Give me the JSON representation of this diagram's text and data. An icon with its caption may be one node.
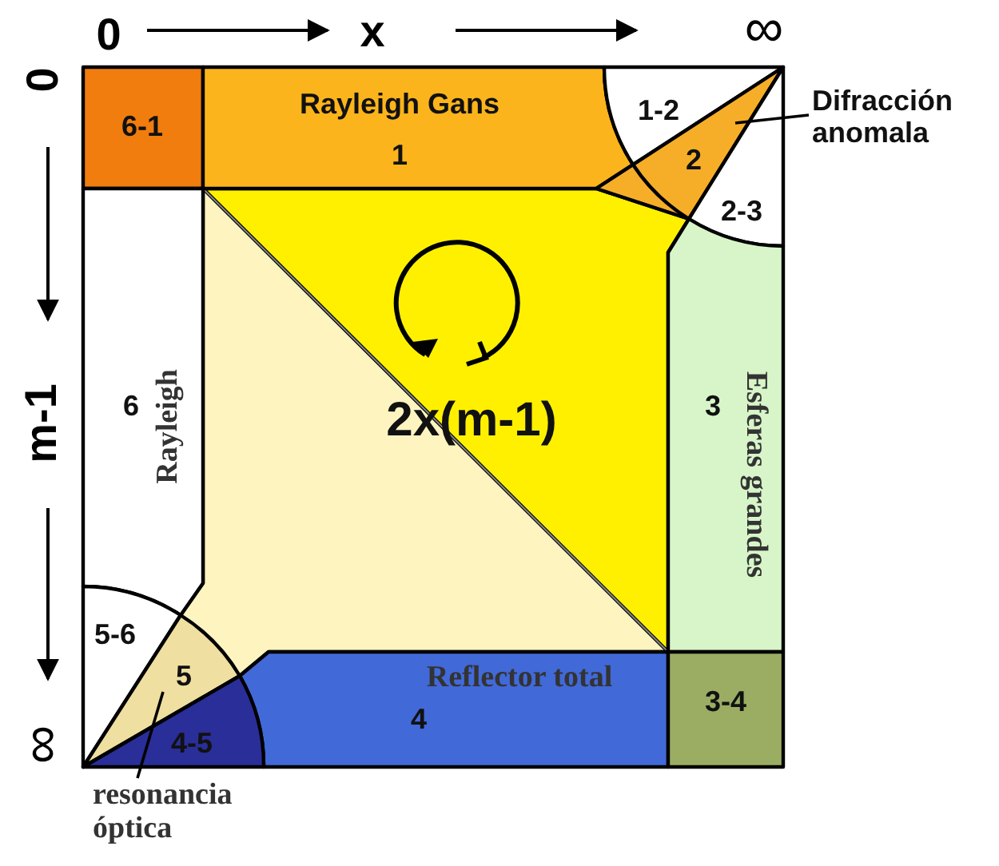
{
  "diagram": {
    "nodes": [
      {
        "text": [
          "6-1"
        ]
      },
      {
        "text": [
          "Rayleigh Gans",
          "1"
        ]
      },
      {
        "text": [
          "1-2"
        ]
      },
      {
        "text": [
          "2"
        ]
      },
      {
        "text": [
          "Difracción anomala"
        ]
      },
      {
        "text": [
          "2-3"
        ]
      },
      {
        "text": [
          "2x(m-1)"
        ]
      },
      {
        "text": [
          "6",
          "Rayleigh"
        ]
      },
      {
        "text": [
          "3",
          "Esferas grandes"
        ]
      },
      {
        "text": [
          "5-6"
        ]
      },
      {
        "text": [
          "5"
        ]
      },
      {
        "text": [
          "Reflector total",
          "4"
        ]
      },
      {
        "text": [
          "3-4"
        ]
      },
      {
        "text": [
          "4-5"
        ]
      },
      {
        "text": [
          "resonancia óptica"
        ]
      }
    ],
    "edges": [
      {
        "from": 4,
        "to": 3,
        "arrow": "none"
      },
      {
        "from": 14,
        "to": 10,
        "arrow": "none"
      }
    ],
    "labels": [
      "0",
      "x",
      "∞",
      "0",
      "m-1",
      "∞"
    ]
  }
}
